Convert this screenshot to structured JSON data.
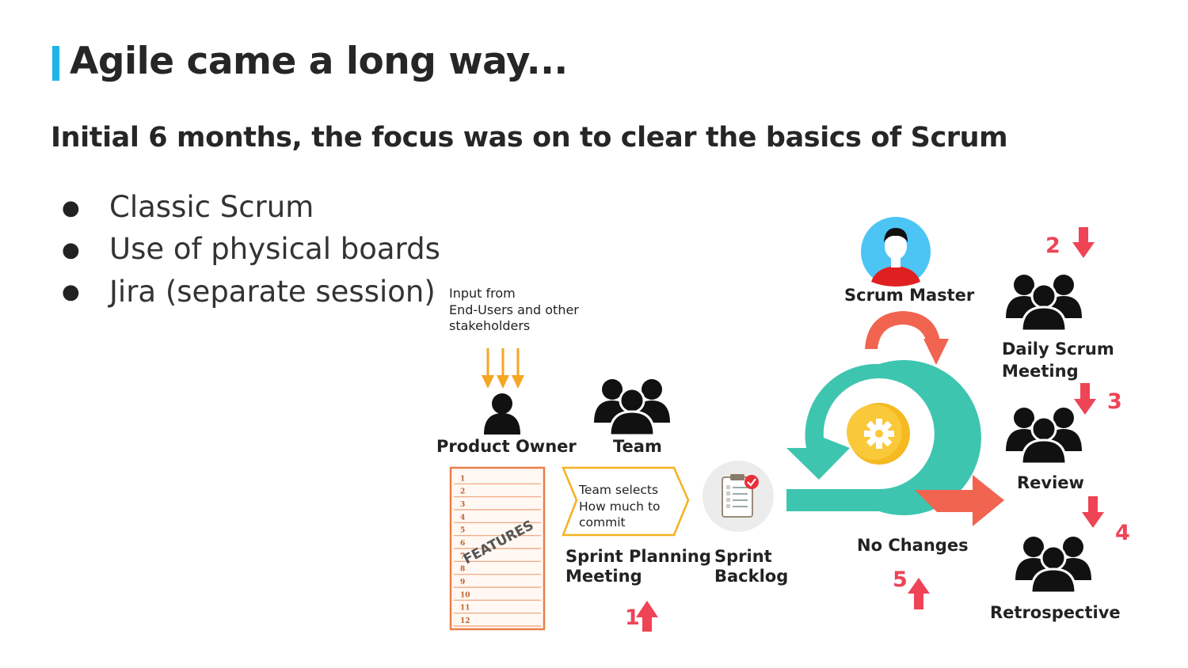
{
  "slide": {
    "title": "Agile came a long way...",
    "subtitle": "Initial 6 months,  the focus was on to clear the basics of Scrum",
    "bullets": [
      "Classic Scrum",
      "Use of physical boards",
      "Jira (separate session)"
    ]
  },
  "diagram": {
    "input_note": [
      "Input from",
      "End-Users and other",
      "stakeholders"
    ],
    "product_owner": "Product Owner",
    "team": "Team",
    "backlog_stamp": "FEATURES",
    "backlog_rows": [
      "1",
      "2",
      "3",
      "4",
      "5",
      "6",
      "7",
      "8",
      "9",
      "10",
      "11",
      "12"
    ],
    "team_selects": [
      "Team selects",
      "How much to",
      "commit"
    ],
    "sprint_planning": [
      "Sprint Planning",
      "Meeting"
    ],
    "sprint_backlog": [
      "Sprint",
      "Backlog"
    ],
    "scrum_master": "Scrum Master",
    "no_changes": "No Changes",
    "daily_scrum": [
      "Daily Scrum",
      "Meeting"
    ],
    "review": "Review",
    "retrospective": "Retrospective",
    "steps": [
      "1",
      "2",
      "3",
      "4",
      "5"
    ]
  },
  "colors": {
    "accent": "#1fb3e8",
    "step_red": "#ee4455",
    "input_orange": "#f5a623",
    "cycle_teal": "#3ec5b0",
    "arrow_coral": "#f06450",
    "gear_yellow": "#f5b921"
  }
}
